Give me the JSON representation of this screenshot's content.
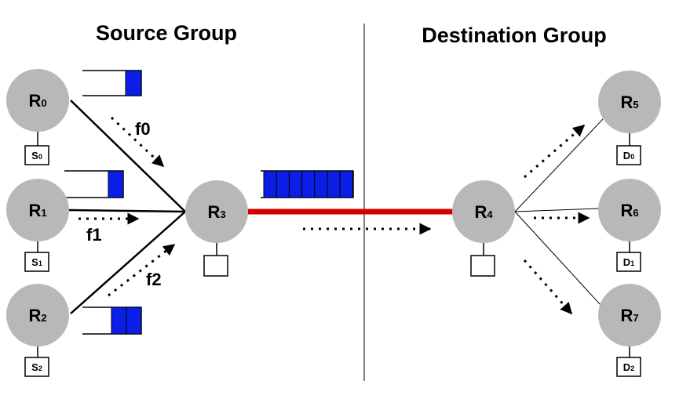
{
  "groups": {
    "source": "Source Group",
    "destination": "Destination Group"
  },
  "routers": [
    {
      "id": "R0",
      "main": "R",
      "sub": "0"
    },
    {
      "id": "R1",
      "main": "R",
      "sub": "1"
    },
    {
      "id": "R2",
      "main": "R",
      "sub": "2"
    },
    {
      "id": "R3",
      "main": "R",
      "sub": "3"
    },
    {
      "id": "R4",
      "main": "R",
      "sub": "4"
    },
    {
      "id": "R5",
      "main": "R",
      "sub": "5"
    },
    {
      "id": "R6",
      "main": "R",
      "sub": "6"
    },
    {
      "id": "R7",
      "main": "R",
      "sub": "7"
    }
  ],
  "hosts": [
    {
      "main": "S",
      "sub": "0"
    },
    {
      "main": "S",
      "sub": "1"
    },
    {
      "main": "S",
      "sub": "2"
    },
    {
      "main": "D",
      "sub": "0"
    },
    {
      "main": "D",
      "sub": "1"
    },
    {
      "main": "D",
      "sub": "2"
    }
  ],
  "flows": [
    {
      "main": "f",
      "sub": "0"
    },
    {
      "main": "f",
      "sub": "1"
    },
    {
      "main": "f",
      "sub": "2"
    }
  ],
  "queues": {
    "R0_packets": 1,
    "R1_packets": 1,
    "R2_packets": 2,
    "bottleneck_packets": 7
  },
  "colors": {
    "node": "#b8b8b8",
    "packet": "#0a1ee6",
    "bottleneck_link": "#d40000"
  }
}
